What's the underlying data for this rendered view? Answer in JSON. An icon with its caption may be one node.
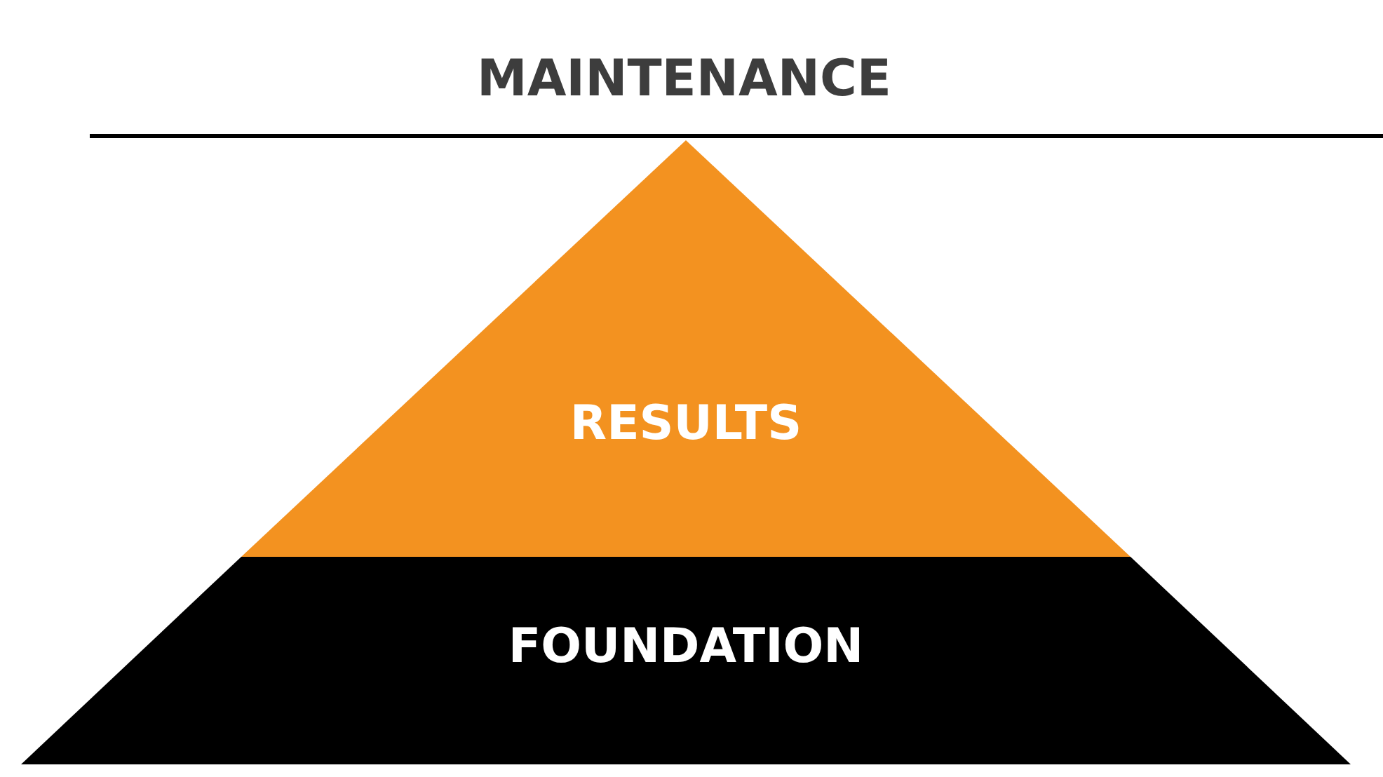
{
  "diagram": {
    "nodes": [
      {
        "text": [
          "RESULTS"
        ]
      },
      {
        "text": [
          "FOUNDATION"
        ]
      }
    ],
    "labels": [
      "MAINTENANCE"
    ]
  }
}
